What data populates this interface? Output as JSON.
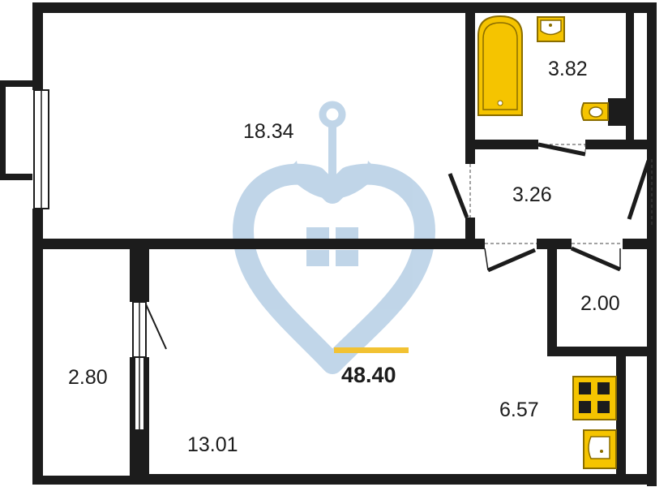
{
  "floor_plan": {
    "total_area": "48.40",
    "rooms": [
      {
        "id": "living-room",
        "area": "18.34"
      },
      {
        "id": "bathroom",
        "area": "3.82"
      },
      {
        "id": "hallway",
        "area": "3.26"
      },
      {
        "id": "closet",
        "area": "2.00"
      },
      {
        "id": "loggia",
        "area": "2.80"
      },
      {
        "id": "kitchen-room",
        "area": "13.01"
      },
      {
        "id": "kitchen-niche",
        "area": "6.57"
      }
    ],
    "colors": {
      "wall": "#1c1c1c",
      "fixture_fill": "#f5c400",
      "fixture_stroke": "#8a6d00",
      "watermark": "#9fc0dd",
      "total_underline": "#f2c232"
    }
  }
}
